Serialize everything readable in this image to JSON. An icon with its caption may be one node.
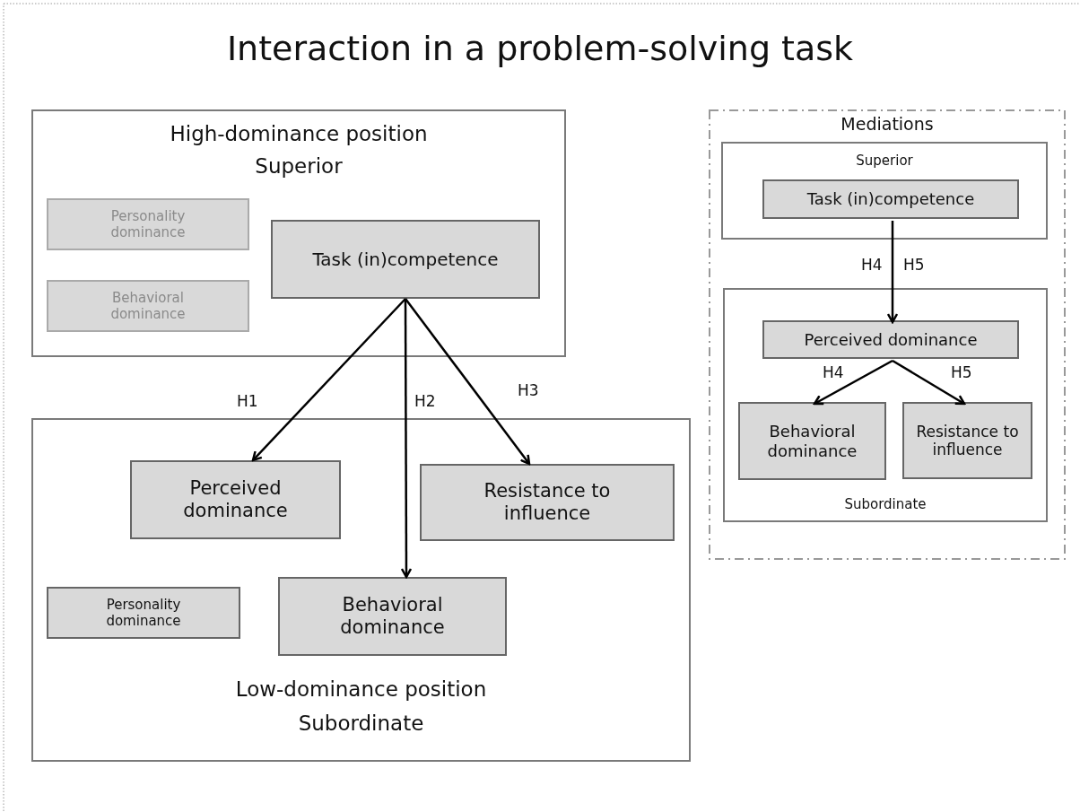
{
  "diagram": {
    "title": "Interaction in a problem-solving task",
    "nodes": [
      {
        "text": [
          "High-dominance position",
          "Superior"
        ]
      },
      {
        "text": [
          "Personality dominance"
        ],
        "in": 0
      },
      {
        "text": [
          "Behavioral dominance"
        ],
        "in": 0
      },
      {
        "text": [
          "Task (in)competence"
        ],
        "in": 0
      },
      {
        "text": [
          "Low-dominance position",
          "Subordinate"
        ]
      },
      {
        "text": [
          "Perceived dominance"
        ],
        "in": 4
      },
      {
        "text": [
          "Resistance to influence"
        ],
        "in": 4
      },
      {
        "text": [
          "Personality dominance"
        ],
        "in": 4
      },
      {
        "text": [
          "Behavioral dominance"
        ],
        "in": 4
      },
      {
        "text": [
          "Mediations"
        ]
      },
      {
        "text": [
          "Superior"
        ],
        "in": 9
      },
      {
        "text": [
          "Task (in)competence"
        ],
        "in": 10
      },
      {
        "text": [
          "Subordinate"
        ],
        "in": 9
      },
      {
        "text": [
          "Perceived dominance"
        ],
        "in": 12
      },
      {
        "text": [
          "Behavioral dominance"
        ],
        "in": 12
      },
      {
        "text": [
          "Resistance to influence"
        ],
        "in": 12
      }
    ],
    "edges": [
      {
        "from": 3,
        "to": 5,
        "arrow": "to",
        "label": "H1"
      },
      {
        "from": 3,
        "to": 8,
        "arrow": "to",
        "label": "H2"
      },
      {
        "from": 3,
        "to": 6,
        "arrow": "to",
        "label": "H3"
      },
      {
        "from": 11,
        "to": 13,
        "arrow": "to",
        "label": "H4"
      },
      {
        "from": 13,
        "to": 14,
        "arrow": "to",
        "label": "H4"
      },
      {
        "from": 13,
        "to": 15,
        "arrow": "to",
        "label": "H5"
      }
    ],
    "labels": [
      "H5"
    ]
  }
}
